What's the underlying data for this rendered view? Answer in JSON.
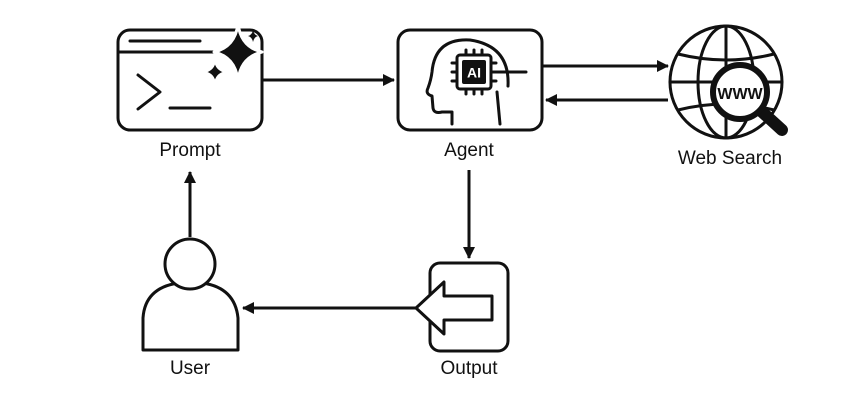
{
  "colors": {
    "stroke": "#111111",
    "fill": "#ffffff",
    "chip": "#111111"
  },
  "nodes": {
    "prompt": {
      "label": "Prompt",
      "icon": "terminal-sparkle-icon"
    },
    "agent": {
      "label": "Agent",
      "icon": "ai-head-icon",
      "chip_text": "AI"
    },
    "web_search": {
      "label": "Web Search",
      "icon": "globe-magnifier-icon",
      "badge_text": "WWW"
    },
    "output": {
      "label": "Output",
      "icon": "return-arrow-icon"
    },
    "user": {
      "label": "User",
      "icon": "user-icon"
    }
  },
  "edges": [
    {
      "from": "prompt",
      "to": "agent"
    },
    {
      "from": "agent",
      "to": "web_search"
    },
    {
      "from": "web_search",
      "to": "agent"
    },
    {
      "from": "agent",
      "to": "output"
    },
    {
      "from": "output",
      "to": "user"
    },
    {
      "from": "user",
      "to": "prompt"
    }
  ]
}
